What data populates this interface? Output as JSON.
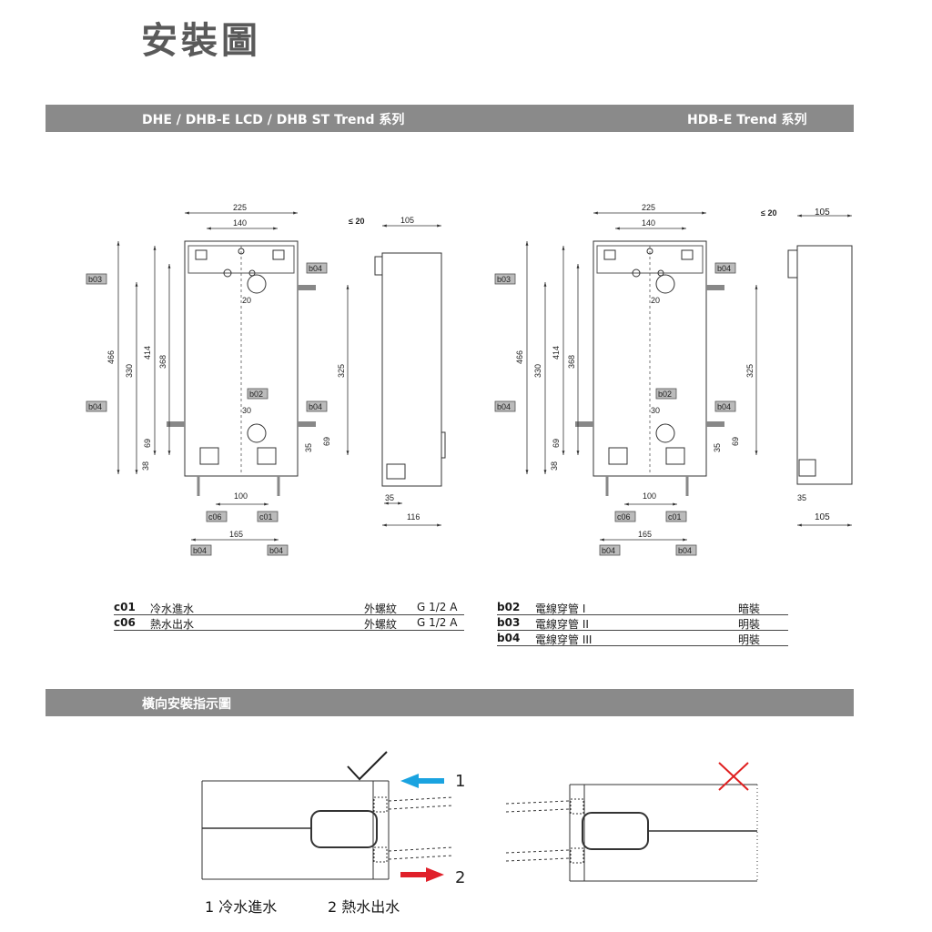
{
  "page_title": "安裝圖",
  "band1": {
    "left": "DHE / DHB-E LCD / DHB ST Trend 系列",
    "right": "HDB-E Trend 系列"
  },
  "band2": {
    "label": "橫向安裝指示圖"
  },
  "diagram_labels": {
    "width_225": "225",
    "width_140": "140",
    "le20": "≤ 20",
    "depth_105": "105",
    "h466": "466",
    "h414": "414",
    "h368": "368",
    "h330": "330",
    "h325": "325",
    "d20": "20",
    "d30": "30",
    "h69": "69",
    "h35": "35",
    "h38": "38",
    "w100": "100",
    "w165": "165",
    "d35": "35",
    "d116": "116",
    "tag_b02": "b02",
    "tag_b03": "b03",
    "tag_b04": "b04",
    "tag_c01": "c01",
    "tag_c06": "c06"
  },
  "legend_left": [
    {
      "code": "c01",
      "name": "冷水進水",
      "type": "外螺紋",
      "size": "G 1/2 A"
    },
    {
      "code": "c06",
      "name": "熱水出水",
      "type": "外螺紋",
      "size": "G 1/2 A"
    }
  ],
  "legend_right": [
    {
      "code": "b02",
      "name": "電線穿管 I",
      "mount": "暗裝"
    },
    {
      "code": "b03",
      "name": "電線穿管 II",
      "mount": "明裝"
    },
    {
      "code": "b04",
      "name": "電線穿管 III",
      "mount": "明裝"
    }
  ],
  "orientation": {
    "arrow1": "1",
    "arrow2": "2",
    "caption1": "1 冷水進水",
    "caption2": "2 熱水出水",
    "ok_mark": "check-mark",
    "bad_mark": "cross-mark",
    "colors": {
      "blue": "#1aa3e0",
      "red": "#e0202a",
      "cross": "#e02020"
    }
  }
}
